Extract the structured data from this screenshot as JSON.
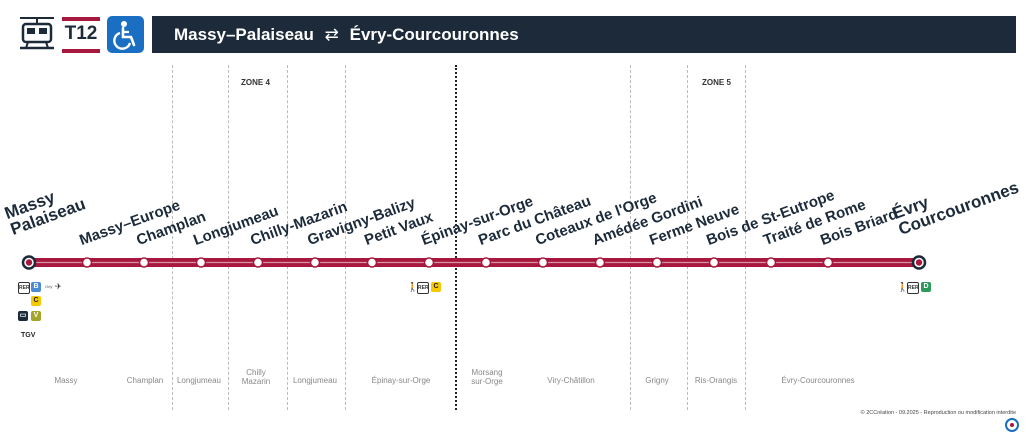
{
  "header": {
    "line_name": "T12",
    "title_from": "Massy–Palaiseau",
    "title_arrow": "⇄",
    "title_to": "Évry-Courcouronnes"
  },
  "zones": [
    "ZONE 4",
    "ZONE 5"
  ],
  "stations": [
    {
      "name": "Massy\nPalaiseau",
      "terminus": true
    },
    {
      "name": "Massy–Europe"
    },
    {
      "name": "Champlan"
    },
    {
      "name": "Longjumeau"
    },
    {
      "name": "Chilly-Mazarin"
    },
    {
      "name": "Gravigny-Balizy"
    },
    {
      "name": "Petit Vaux"
    },
    {
      "name": "Épinay-sur-Orge"
    },
    {
      "name": "Parc du Château"
    },
    {
      "name": "Coteaux de l'Orge"
    },
    {
      "name": "Amédée Gordini"
    },
    {
      "name": "Ferme Neuve"
    },
    {
      "name": "Bois de St-Eutrope"
    },
    {
      "name": "Traité de Rome"
    },
    {
      "name": "Bois Briard"
    },
    {
      "name": "Évry\nCourcouronnes",
      "terminus": true
    }
  ],
  "communes": [
    "Massy",
    "Champlan",
    "Longjumeau",
    "Chilly\nMazarin",
    "Longjumeau",
    "Épinay-sur-Orge",
    "Morsang\nsur-Orge",
    "Viry-Châtillon",
    "Grigny",
    "Ris-Orangis",
    "Évry-Courcouronnes"
  ],
  "connections": {
    "massy": {
      "rer": "RER",
      "lines": [
        "B",
        "C"
      ],
      "orly": "Orly",
      "train": "V",
      "tgv": "TGV"
    },
    "epinay": {
      "rer": "RER",
      "line": "C"
    },
    "evry": {
      "rer": "RER",
      "line": "D"
    }
  },
  "colors": {
    "line": "#a8173d",
    "header": "#1c2a3a",
    "access": "#1a6fc2",
    "rer_b": "#4a8bd4",
    "rer_c": "#f5c800",
    "rer_d": "#2c9a5b",
    "train_v": "#a3a52a"
  },
  "footnote": "© 2CCréation - 09.2025 - Reproduction ou modification interdite"
}
